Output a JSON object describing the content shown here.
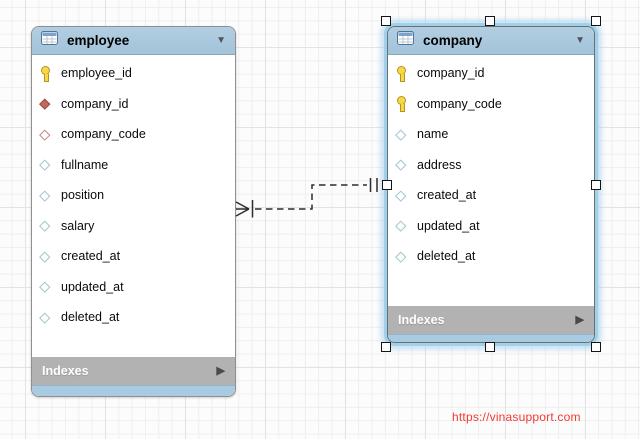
{
  "icons": {
    "collapse": "▼",
    "expand": "▶"
  },
  "watermark": {
    "text": "https://vinasupport.com",
    "color": "#f23a31"
  },
  "colors": {
    "table_header": "#a8c7db",
    "table_footer": "#a9cbe2",
    "indexes_bar": "#b2b2b2",
    "selection_highlight": "#9fd0ec",
    "connector": "#2d2d2d",
    "primary_key_icon": "#f7d944",
    "foreign_key_icon": "#c2685f",
    "column_icon_border": "#a2c4cc",
    "watermark": "#f23a31"
  },
  "tables": [
    {
      "name": "employee",
      "indexes_label": "Indexes",
      "selected": false,
      "columns": [
        {
          "name": "employee_id",
          "icon": "key-icon"
        },
        {
          "name": "company_id",
          "icon": "fk-diamond-filled-icon"
        },
        {
          "name": "company_code",
          "icon": "fk-diamond-icon"
        },
        {
          "name": "fullname",
          "icon": "column-diamond-icon"
        },
        {
          "name": "position",
          "icon": "column-diamond-icon"
        },
        {
          "name": "salary",
          "icon": "column-diamond-icon"
        },
        {
          "name": "created_at",
          "icon": "column-diamond-icon"
        },
        {
          "name": "updated_at",
          "icon": "column-diamond-icon"
        },
        {
          "name": "deleted_at",
          "icon": "column-diamond-icon"
        }
      ]
    },
    {
      "name": "company",
      "indexes_label": "Indexes",
      "selected": true,
      "columns": [
        {
          "name": "company_id",
          "icon": "key-icon"
        },
        {
          "name": "company_code",
          "icon": "key-icon"
        },
        {
          "name": "name",
          "icon": "column-diamond-icon"
        },
        {
          "name": "address",
          "icon": "column-diamond-icon"
        },
        {
          "name": "created_at",
          "icon": "column-diamond-icon"
        },
        {
          "name": "updated_at",
          "icon": "column-diamond-icon"
        },
        {
          "name": "deleted_at",
          "icon": "column-diamond-icon"
        }
      ]
    }
  ],
  "relationship": {
    "source": "employee",
    "target": "company",
    "source_cardinality": "many",
    "target_cardinality": "one",
    "line_style": "dashed"
  }
}
